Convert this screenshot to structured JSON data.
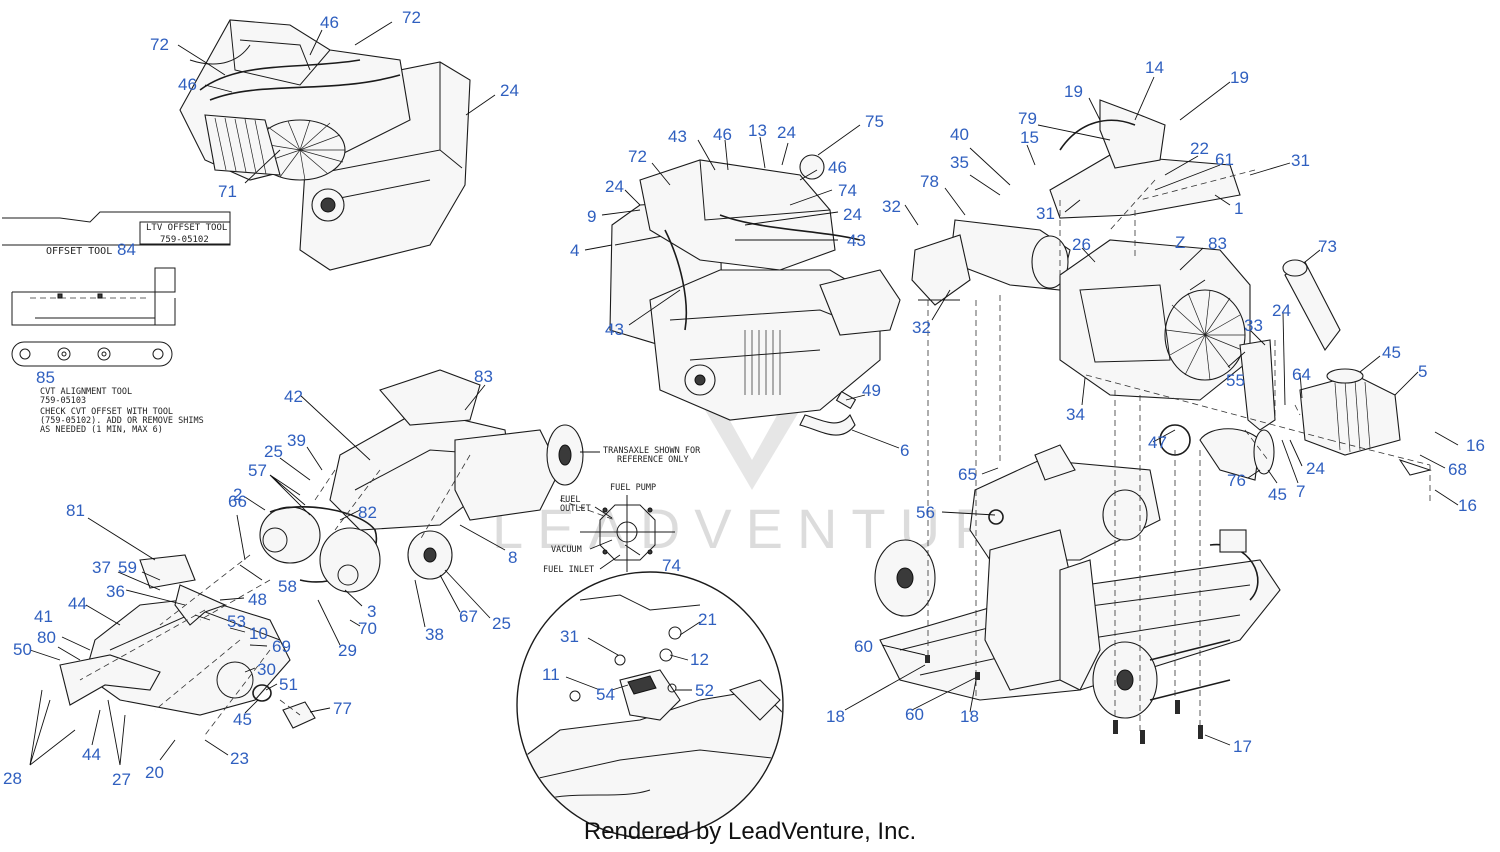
{
  "watermark": "LEADVENTURE",
  "footer": "Rendered by LeadVenture, Inc.",
  "tools": {
    "offset_tool_label": "OFFSET TOOL",
    "offset_tool_part": "759-05102",
    "offset_tool_stamp": "LTV OFFSET TOOL",
    "cvt_alignment_label": "CVT ALIGNMENT TOOL",
    "cvt_alignment_part": "759-05103",
    "cvt_note_line1": "CHECK CVT OFFSET WITH TOOL",
    "cvt_note_line2": "(759-05102).  ADD OR REMOVE SHIMS",
    "cvt_note_line3": "AS NEEDED (1 MIN, MAX 6)"
  },
  "notes": {
    "transaxle_line1": "TRANSAXLE SHOWN FOR",
    "transaxle_line2": "REFERENCE ONLY",
    "fuel_pump": "FUEL PUMP",
    "fuel_outlet_line1": "FUEL",
    "fuel_outlet_line2": "OUTLET",
    "vacuum": "VACUUM",
    "fuel_inlet": "FUEL INLET",
    "z_marker": "Z"
  },
  "callouts": [
    "72",
    "46",
    "72",
    "46",
    "24",
    "71",
    "84",
    "85",
    "43",
    "46",
    "13",
    "24",
    "75",
    "72",
    "46",
    "74",
    "24",
    "24",
    "9",
    "4",
    "43",
    "43",
    "49",
    "6",
    "19",
    "14",
    "19",
    "79",
    "40",
    "15",
    "35",
    "22",
    "61",
    "31",
    "31",
    "1",
    "32",
    "78",
    "26",
    "83",
    "73",
    "32",
    "24",
    "33",
    "45",
    "5",
    "55",
    "64",
    "34",
    "16",
    "47",
    "65",
    "24",
    "68",
    "76",
    "45",
    "7",
    "16",
    "56",
    "83",
    "42",
    "39",
    "25",
    "57",
    "2",
    "82",
    "8",
    "74",
    "66",
    "81",
    "37",
    "59",
    "36",
    "48",
    "58",
    "3",
    "44",
    "53",
    "10",
    "69",
    "70",
    "29",
    "38",
    "67",
    "25",
    "41",
    "80",
    "50",
    "30",
    "51",
    "45",
    "77",
    "28",
    "44",
    "27",
    "20",
    "23",
    "31",
    "21",
    "12",
    "11",
    "54",
    "52",
    "60",
    "18",
    "60",
    "18",
    "17"
  ]
}
